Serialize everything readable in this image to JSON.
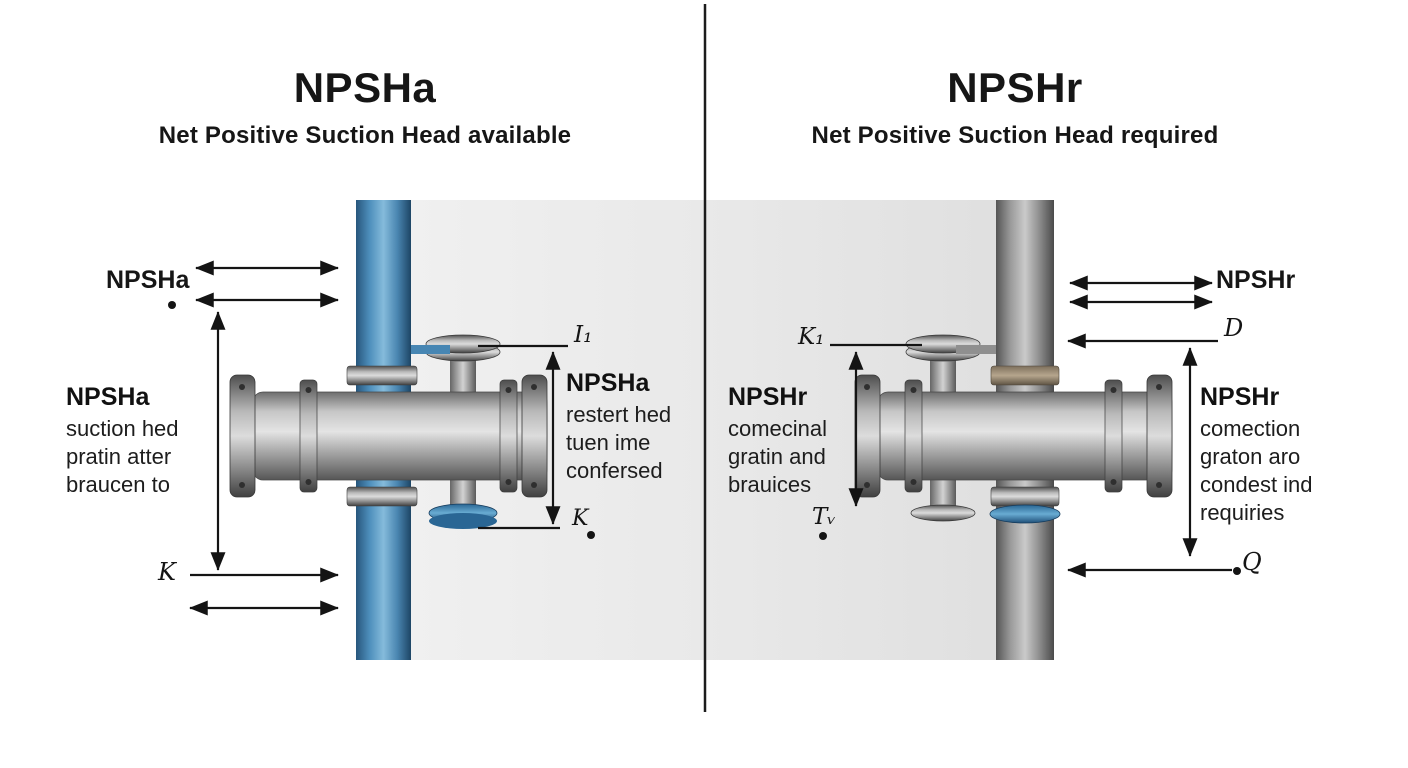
{
  "left": {
    "title": "NPSHa",
    "subtitle": "Net Positive Suction Head available",
    "dim_label": "NPSHa",
    "k_label": "K",
    "inner_top_label": "I₁",
    "inner_bottom_label": "K",
    "outer_note": {
      "heading": "NPSHa",
      "lines": [
        "suction hed",
        "pratin atter",
        "braucen to"
      ]
    },
    "inner_note": {
      "heading": "NPSHa",
      "lines": [
        "restert hed",
        "tuen ime",
        "confersed"
      ]
    }
  },
  "right": {
    "title": "NPSHr",
    "subtitle": "Net Positive Suction Head required",
    "dim_label": "NPSHr",
    "d_label": "D",
    "k1_label": "K₁",
    "tv_label": "Tᵥ",
    "q_label": "Q",
    "inner_note": {
      "heading": "NPSHr",
      "lines": [
        "comecinal",
        "gratin and",
        "brauices"
      ]
    },
    "outer_note": {
      "heading": "NPSHr",
      "lines": [
        "comection",
        "graton aro",
        "condest ind",
        "requiries"
      ]
    }
  },
  "colors": {
    "blue_pipe": "#4e8fbc",
    "gray_pipe": "#989898",
    "steel_body": "#c6c6c6",
    "background_panel": "#e8e8e8",
    "divider_line": "#1c1c1c",
    "arrow_line": "#141414",
    "blue_clamp": "#2a6694"
  }
}
